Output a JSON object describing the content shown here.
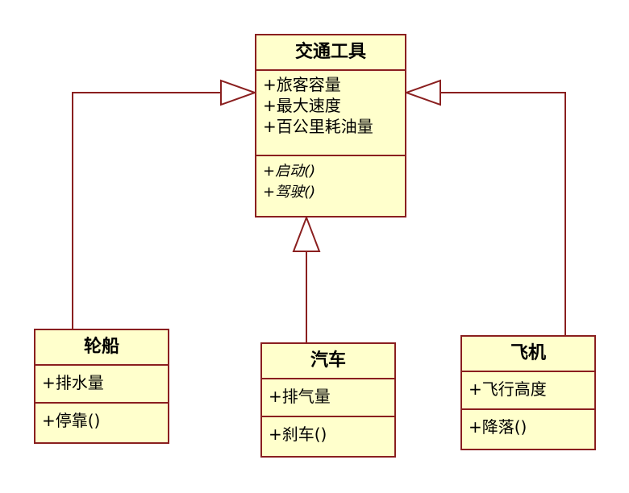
{
  "colors": {
    "fill": "#ffffcc",
    "stroke": "#8a1f1f"
  },
  "classes": {
    "vehicle": {
      "name": "交通工具",
      "attributes": [
        "+旅客容量",
        "+最大速度",
        "+百公里耗油量"
      ],
      "operations": [
        "+启动()",
        "+驾驶()"
      ]
    },
    "ship": {
      "name": "轮船",
      "attributes": [
        "+排水量"
      ],
      "operations": [
        "+停靠()"
      ]
    },
    "car": {
      "name": "汽车",
      "attributes": [
        "+排气量"
      ],
      "operations": [
        "+刹车()"
      ]
    },
    "plane": {
      "name": "飞机",
      "attributes": [
        "+飞行高度"
      ],
      "operations": [
        "+降落()"
      ]
    }
  },
  "relations": [
    {
      "type": "generalization",
      "from": "ship",
      "to": "vehicle"
    },
    {
      "type": "generalization",
      "from": "car",
      "to": "vehicle"
    },
    {
      "type": "generalization",
      "from": "plane",
      "to": "vehicle"
    }
  ]
}
